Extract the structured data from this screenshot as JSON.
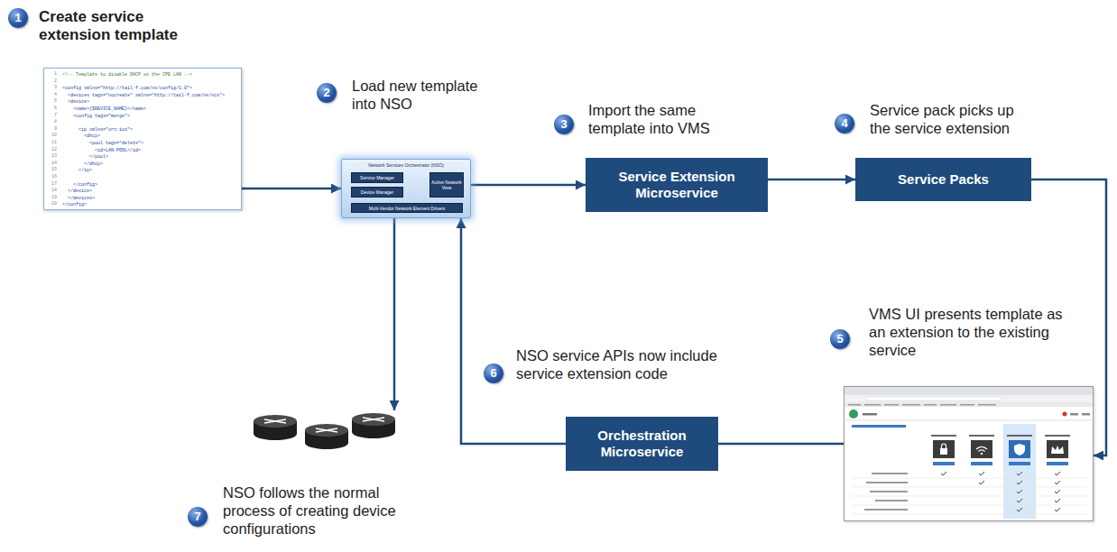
{
  "diagram": {
    "nodes": [
      {
        "text": [
          "Create service extension template",
          "<!-- Template to disable DHCP on the CPE LAN -->",
          "<config xmlns=\"http://tail-f.com/ns/config/1.0\">",
          "<devices tags=\"nocreate\" xmlns=\"http://tail-f.com/ns/ncs\">",
          "<device>",
          "<name>{$DEVICE_NAME}</name>",
          "<config tags=\"merge\">",
          "<ip xmlns=\"urn:ios\">",
          "<dhcp>",
          "<pool tags=\"delete\">",
          "<id>LAN-POOL</id>",
          "</pool>",
          "</dhcp>",
          "</ip>",
          "</config>",
          "</device>",
          "</devices>",
          "</config>"
        ]
      },
      {
        "text": [
          "Network Services Orchestrator (NSO)"
        ]
      },
      {
        "text": [
          "Service Manager"
        ],
        "in": 1
      },
      {
        "text": [
          "Device Manager"
        ],
        "in": 1
      },
      {
        "text": [
          "Active Network View"
        ],
        "in": 1
      },
      {
        "text": [
          "Multi-Vendor Network Element Drivers"
        ],
        "in": 1
      },
      {
        "text": [
          "Service Extension Microservice"
        ]
      },
      {
        "text": [
          "Service Packs"
        ]
      },
      {
        "text": [
          "VMS UI presents template as an extension to the existing service"
        ]
      },
      {
        "text": [
          "Orchestration Microservice"
        ]
      },
      {
        "text": [
          "NSO follows the normal process of creating device configurations"
        ]
      }
    ],
    "edges": [
      {
        "from": 0,
        "to": 1,
        "arrow": "to"
      },
      {
        "from": 1,
        "to": 6,
        "arrow": "to"
      },
      {
        "from": 6,
        "to": 7,
        "arrow": "to"
      },
      {
        "from": 7,
        "to": 8,
        "arrow": "to"
      },
      {
        "from": 8,
        "to": 9,
        "arrow": "none"
      },
      {
        "from": 9,
        "to": 1,
        "arrow": "to"
      },
      {
        "from": 1,
        "to": 10,
        "arrow": "to"
      }
    ],
    "labels": [
      "1",
      "2",
      "Load new template into NSO",
      "3",
      "Import the same template into VMS",
      "4",
      "Service pack picks up the service extension",
      "5",
      "6",
      "NSO service APIs now include service extension code",
      "7",
      "1",
      "2",
      "3",
      "4",
      "5",
      "6",
      "7",
      "8",
      "9",
      "10",
      "11",
      "12",
      "13",
      "14",
      "15",
      "16",
      "17",
      "18",
      "19",
      "20"
    ]
  }
}
